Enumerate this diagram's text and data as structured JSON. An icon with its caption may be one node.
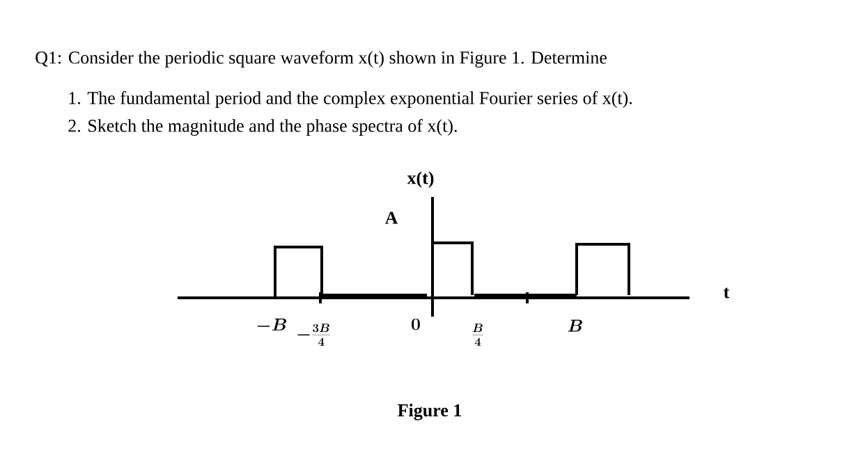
{
  "diagram": {
    "caption": "Figure 1",
    "labels": [
      "Q1: Consider the periodic square waveform x(t) shown in Figure 1. Determine",
      "1.  The fundamental period and the complex exponential Fourier series of x(t).",
      "2.  Sketch the magnitude and the phase spectra of x(t).",
      "x(t)",
      "A",
      "t",
      "-B",
      "-\\frac{3B}{4}",
      "0",
      "\\frac{B}{4}",
      "B"
    ]
  }
}
